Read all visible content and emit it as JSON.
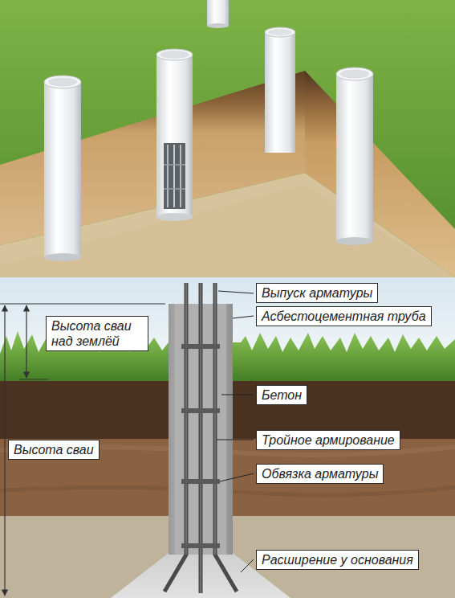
{
  "diagram": {
    "nodes": [
      {
        "text": [
          "Выпуск арматуры"
        ]
      },
      {
        "text": [
          "Асбестоцементная труба"
        ]
      },
      {
        "text": [
          "Высота сваи над землёй"
        ]
      },
      {
        "text": [
          "Бетон"
        ]
      },
      {
        "text": [
          "Тройное армирование"
        ]
      },
      {
        "text": [
          "Высота сваи"
        ]
      },
      {
        "text": [
          "Обвязка арматуры"
        ]
      },
      {
        "text": [
          "Расширение у основания"
        ]
      }
    ]
  }
}
